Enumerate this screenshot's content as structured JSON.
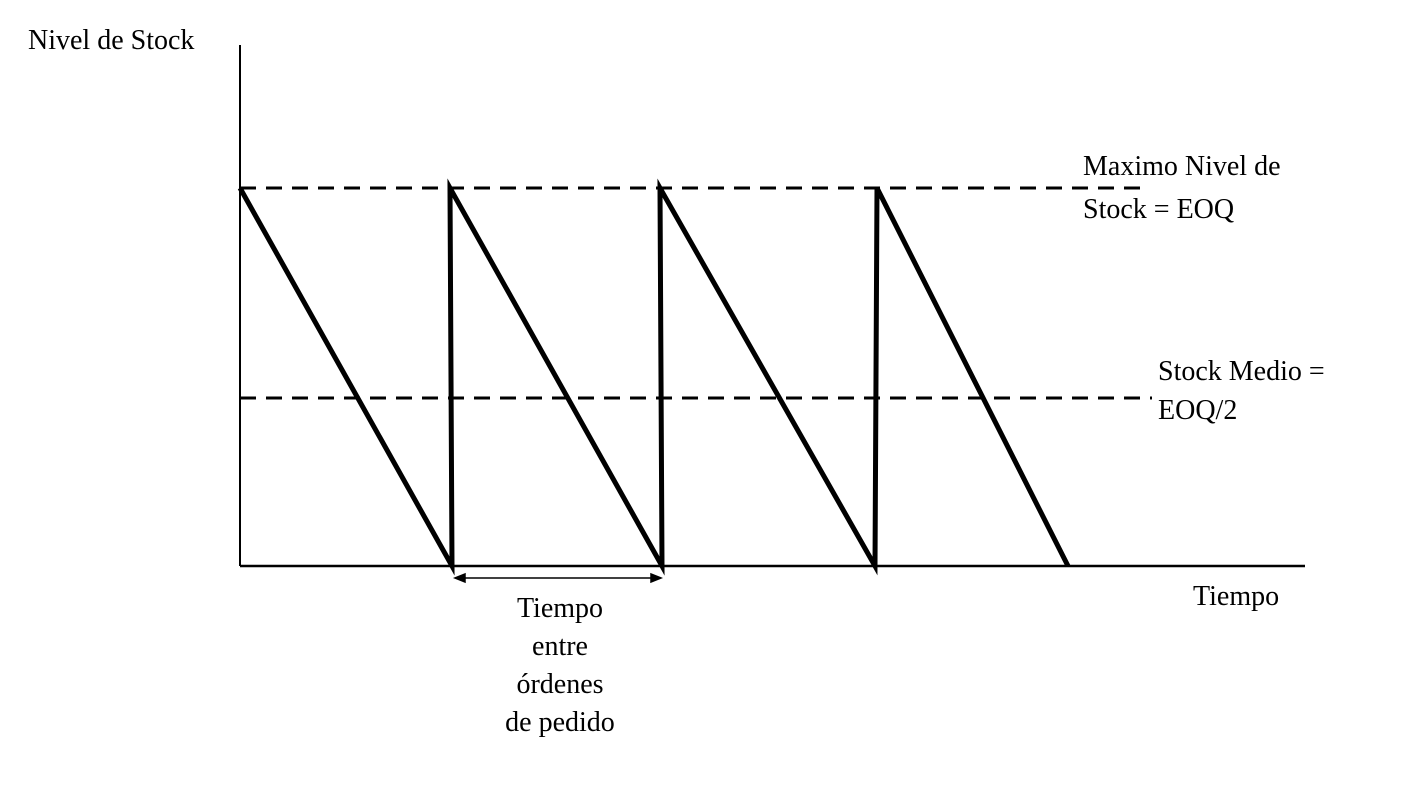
{
  "diagram": {
    "y_axis_label": "Nivel de Stock",
    "x_axis_label": "Tiempo",
    "max_level_label_line1": "Maximo Nivel de",
    "max_level_label_line2": "Stock = EOQ",
    "avg_level_label_line1": "Stock Medio =",
    "avg_level_label_line2": "EOQ/2",
    "interval_label": [
      "Tiempo",
      "entre",
      "órdenes",
      "de pedido"
    ],
    "colors": {
      "line": "#000000",
      "background": "#ffffff"
    }
  }
}
